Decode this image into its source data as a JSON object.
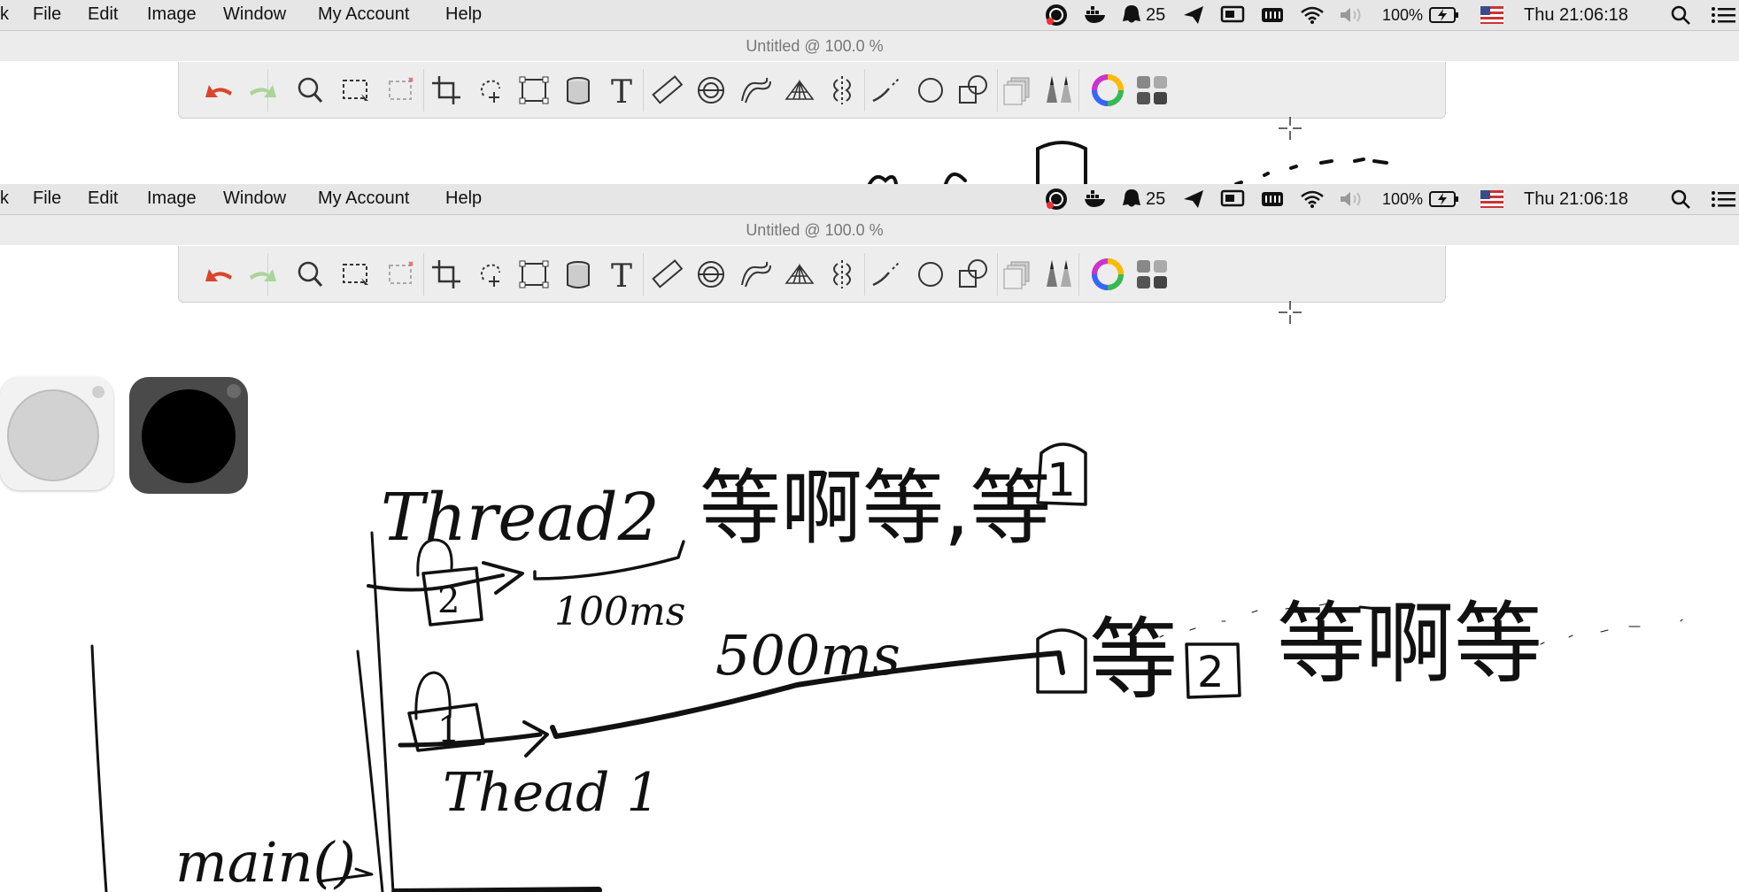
{
  "menu": {
    "app_partial": "k",
    "items": [
      "File",
      "Edit",
      "Image",
      "Window",
      "My Account",
      "Help"
    ]
  },
  "status": {
    "qq_count": "25",
    "battery": "100%",
    "clock": "Thu 21:06:18"
  },
  "window": {
    "title": "Untitled @ 100.0 %"
  },
  "toolbar": {
    "tools": [
      "undo-icon",
      "redo-icon",
      "zoom-icon",
      "rect-select-icon",
      "magic-select-icon",
      "crop-icon",
      "lasso-icon",
      "transform-icon",
      "cylinder-icon",
      "text-icon",
      "ruler-icon",
      "symmetry-icon",
      "curve-ruler-icon",
      "perspective-icon",
      "mirror-icon",
      "stroke-icon",
      "ellipse-icon",
      "shapes-icon",
      "layers-icon",
      "brushes-icon",
      "color-wheel-icon",
      "palette-icon"
    ]
  },
  "colors": {
    "menubar": "#e6e6e6",
    "toolbar": "#ededed",
    "undo": "#d9452b",
    "redo": "#a9d49a",
    "ink": "#111111"
  },
  "canvas_text": {
    "thread2": "Thread2",
    "ms100": "100ms",
    "ms500": "500ms",
    "lock1": "1",
    "lock2": "2",
    "thread1": "Thead 1",
    "main": "main()",
    "wait_a": "等啊等,等",
    "wait_b": "等",
    "wait_c": "等啊等"
  }
}
